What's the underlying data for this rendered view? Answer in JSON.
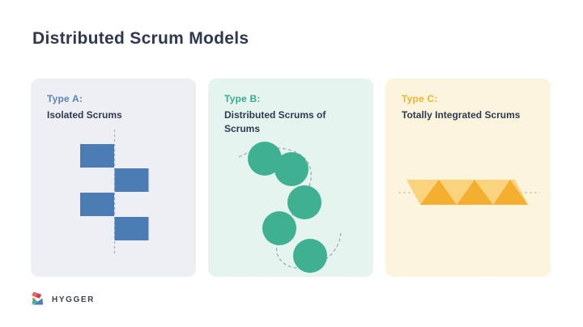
{
  "page": {
    "title": "Distributed Scrum Models",
    "title_color": "#2e3950",
    "background": "#ffffff"
  },
  "cards": [
    {
      "label": "Type A:",
      "title": "Isolated Scrums",
      "accent_color": "#5b83ba",
      "background": "#edeff4",
      "shape": "squares",
      "shape_color": "#4b7cb4",
      "shape_count": 4,
      "guide": "vertical dashed line",
      "guide_color": "#a8afbc"
    },
    {
      "label": "Type B:",
      "title": "Distributed Scrums of Scrums",
      "accent_color": "#38ad8d",
      "background": "#e6f4f0",
      "shape": "circles",
      "shape_color": "#3fb092",
      "shape_count": 5,
      "guide": "dashed s-curve",
      "guide_color": "#97aaa6"
    },
    {
      "label": "Type C:",
      "title": "Totally Integrated Scrums",
      "accent_color": "#f2b32b",
      "background": "#fdf4dd",
      "shape": "triangle-strip",
      "shape_color_dark": "#f4af30",
      "shape_color_light": "#f9d37d",
      "shape_count": 3,
      "guide": "horizontal dotted line",
      "guide_color": "#cfc7ae"
    }
  ],
  "footer": {
    "logo_text": "HYGGER",
    "logo_icon": "hygger-logo-icon",
    "logo_colors": [
      "#e6656a",
      "#c8454f",
      "#f0b52e",
      "#45a898",
      "#4e7fb5"
    ]
  }
}
